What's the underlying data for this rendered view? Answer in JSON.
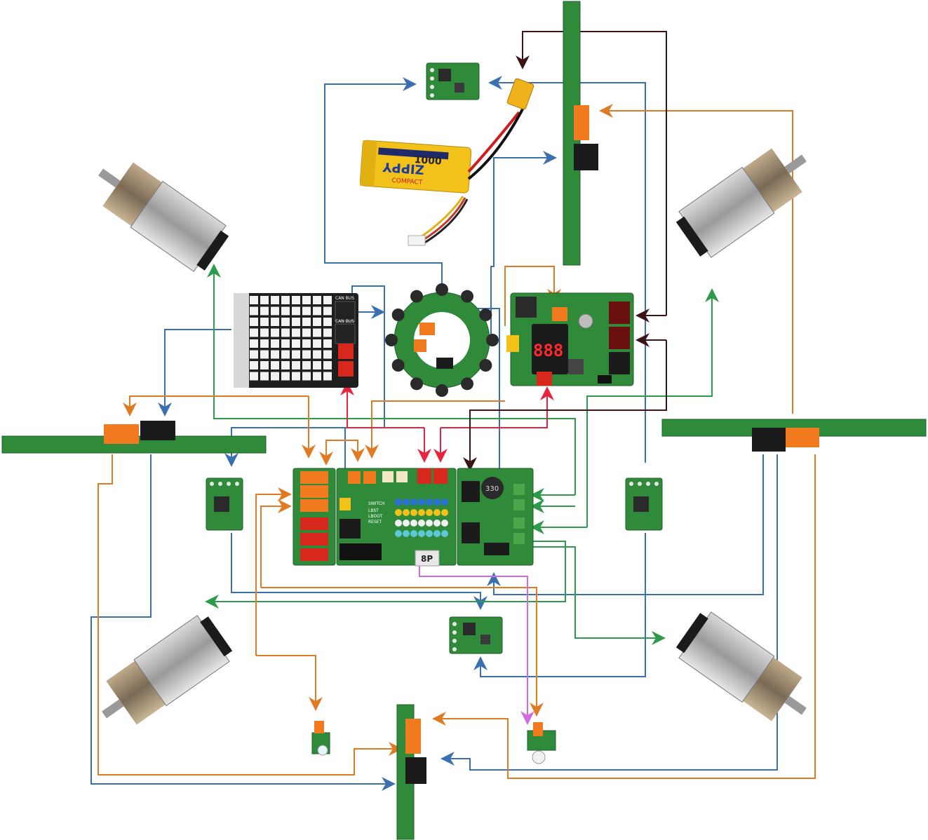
{
  "labels": {
    "battery_brand": "ZIPPY",
    "battery_capacity": "1000",
    "battery_series": "COMPACT",
    "display_digits": "888",
    "can_bus_top": "CAN BUS",
    "can_bus_bottom": "CAN BUS",
    "cap_label": "330",
    "chip_label": "8P",
    "mcu_label_1": "LBST",
    "mcu_label_2": "LBOOT",
    "mcu_label_3": "RESET",
    "mcu_label_4": "SWITCH"
  },
  "colors": {
    "power_wire": "#3b1416",
    "can_wire": "#3a6fb0",
    "motor_wire": "#2e9a4b",
    "i2c_wire": "#e07a23",
    "red_wire": "#e8233f",
    "pink_wire": "#d36be0",
    "pcb_green": "#2f8a3a",
    "connector_orange": "#f07a1d",
    "connector_red": "#d8281e",
    "connector_black": "#1b1b1b",
    "battery_yellow": "#f2c21a"
  }
}
